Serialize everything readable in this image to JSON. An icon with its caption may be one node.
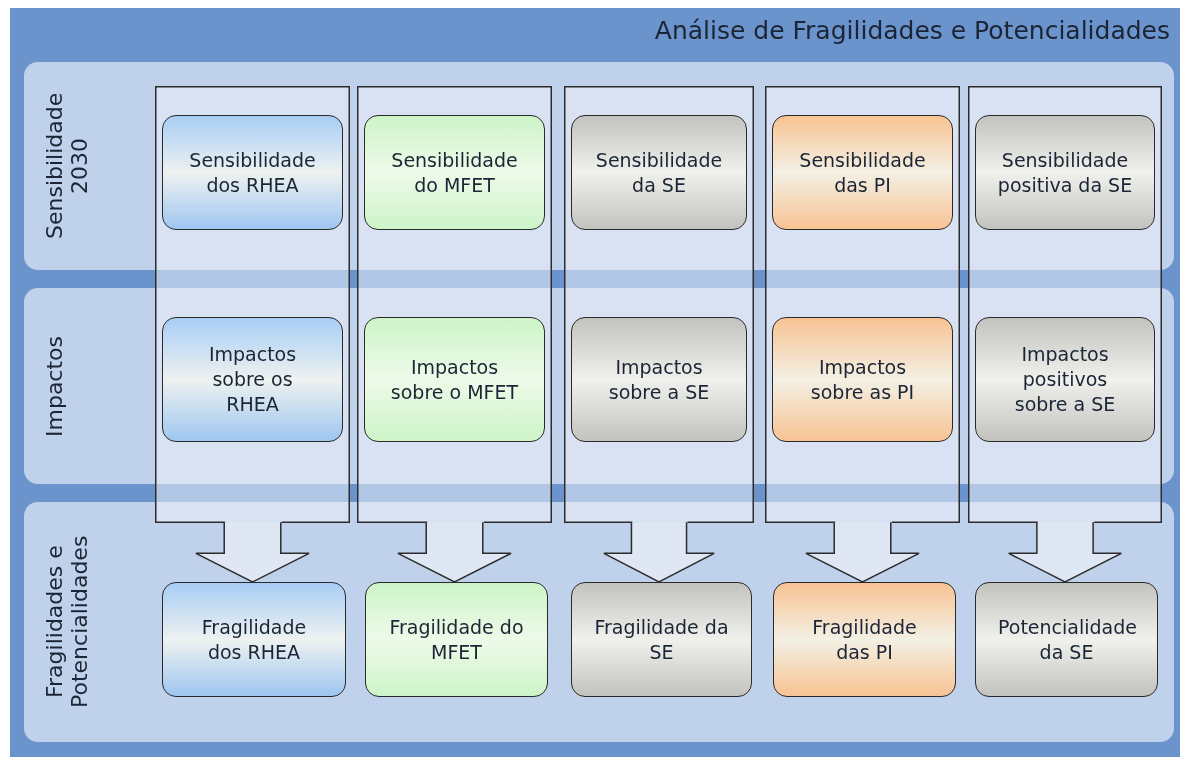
{
  "diagram": {
    "title": "Análise de Fragilidades e Potencialidades",
    "nodes": [
      {
        "text": [],
        "shape": "box"
      },
      {
        "text": [
          "Sensibilidade 2030"
        ],
        "in": 0
      },
      {
        "text": [
          "Impactos"
        ],
        "in": 0
      },
      {
        "text": [
          "Fragilidades e Potencialidades"
        ],
        "in": 0
      },
      {
        "text": [],
        "shape": "box",
        "in": 0
      },
      {
        "text": [],
        "shape": "box",
        "in": 0
      },
      {
        "text": [],
        "shape": "box",
        "in": 0
      },
      {
        "text": [],
        "shape": "box",
        "in": 0
      },
      {
        "text": [],
        "shape": "box",
        "in": 0
      },
      {
        "text": [
          "Sensibilidade dos RHEA"
        ]
      },
      {
        "text": [
          "Impactos sobre os RHEA"
        ]
      },
      {
        "text": [
          "Sensibilidade do MFET"
        ]
      },
      {
        "text": [
          "Impactos sobre o MFET"
        ]
      },
      {
        "text": [
          "Sensibilidade da SE"
        ]
      },
      {
        "text": [
          "Impactos sobre a SE"
        ]
      },
      {
        "text": [
          "Sensibilidade das PI"
        ]
      },
      {
        "text": [
          "Impactos sobre as PI"
        ]
      },
      {
        "text": [
          "Sensibilidade positiva da SE"
        ]
      },
      {
        "text": [
          "Impactos positivos sobre a SE"
        ]
      },
      {
        "text": [
          "Fragilidade dos RHEA"
        ],
        "in": 3
      },
      {
        "text": [
          "Fragilidade do MFET"
        ],
        "in": 3
      },
      {
        "text": [
          "Fragilidade da SE"
        ],
        "in": 3
      },
      {
        "text": [
          "Fragilidade das PI"
        ],
        "in": 3
      },
      {
        "text": [
          "Potencialidade da SE"
        ],
        "in": 3
      }
    ],
    "edges": [
      {
        "from": 4,
        "to": 19,
        "arrow": "to",
        "style": "thick"
      },
      {
        "from": 5,
        "to": 20,
        "arrow": "to",
        "style": "thick"
      },
      {
        "from": 6,
        "to": 21,
        "arrow": "to",
        "style": "thick"
      },
      {
        "from": 7,
        "to": 22,
        "arrow": "to",
        "style": "thick"
      },
      {
        "from": 8,
        "to": 23,
        "arrow": "to",
        "style": "thick"
      }
    ]
  }
}
